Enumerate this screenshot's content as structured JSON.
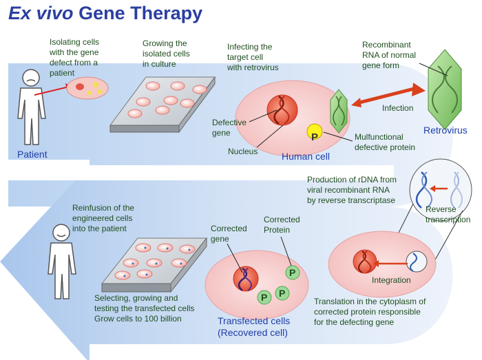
{
  "title": {
    "italic": "Ex vivo",
    "rest": " Gene Therapy"
  },
  "labels": {
    "isolating": "Isolating cells\nwith the gene\ndefect from a\npatient",
    "growing": "Growing the\nisolated cells\nin culture",
    "infecting": "Infecting the\ntarget cell\nwith retrovirus",
    "recombinant": "Recombinant\nRNA of normal\ngene form",
    "infection": "Infection",
    "retrovirus": "Retrovirus",
    "patient": "Patient",
    "defective_gene": "Defective\ngene",
    "nucleus": "Nucleus",
    "human_cell": "Human cell",
    "mulfunctional": "Mulfunctional\ndefective protein",
    "production": "Production of rDNA from\nviral recombinant RNA\nby reverse transcriptase",
    "reverse_transcription": "Reverse\ntranscription",
    "reinfusion": "Reinfusion of the\nengineered cells\ninto the patient",
    "corrected_gene": "Corrected\ngene",
    "corrected_protein": "Corrected\nProtein",
    "integration": "Integration",
    "selecting": "Selecting, growing and\ntesting the transfected cells\nGrow cells to 100 billion",
    "translation": "Translation in the cytoplasm of\ncorrected protein responsible\nfor the defecting gene",
    "transfected": "Transfected cells\n(Recovered cell)",
    "protein_letter": "P"
  }
}
